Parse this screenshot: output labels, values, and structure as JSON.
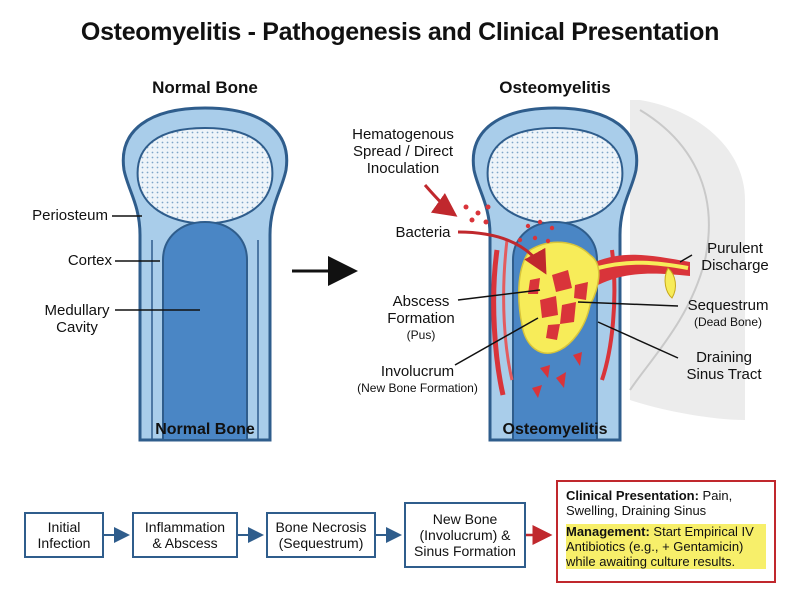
{
  "title": "Osteomyelitis - Pathogenesis and Clinical Presentation",
  "normal": {
    "heading": "Normal Bone",
    "caption": "Normal Bone",
    "labels": {
      "periosteum": "Periosteum",
      "cortex": "Cortex",
      "medullary_1": "Medullary",
      "medullary_2": "Cavity"
    }
  },
  "osteo": {
    "heading": "Osteomyelitis",
    "caption": "Osteomyelitis",
    "labels": {
      "spread_1": "Hematogenous",
      "spread_2": "Spread / Direct",
      "spread_3": "Inoculation",
      "bacteria": "Bacteria",
      "abscess_1": "Abscess",
      "abscess_2": "Formation",
      "abscess_3": "(Pus)",
      "involucrum_1": "Involucrum",
      "involucrum_2": "(New Bone Formation)",
      "purulent_1": "Purulent",
      "purulent_2": "Discharge",
      "sequestrum_1": "Sequestrum",
      "sequestrum_2": "(Dead Bone)",
      "sinus_1": "Draining",
      "sinus_2": "Sinus Tract"
    }
  },
  "flow": {
    "steps": [
      {
        "line1": "Initial",
        "line2": "Infection",
        "line3": ""
      },
      {
        "line1": "Inflammation",
        "line2": "& Abscess",
        "line3": ""
      },
      {
        "line1": "Bone Necrosis",
        "line2": "(Sequestrum)",
        "line3": ""
      },
      {
        "line1": "New Bone",
        "line2": "(Involucrum) &",
        "line3": "Sinus Formation"
      }
    ],
    "clinical": {
      "presentation_label": "Clinical Presentation:",
      "presentation_text": "Pain, Swelling, Draining Sinus",
      "management_label": "Management:",
      "management_text": "Start Empirical IV Antibiotics (e.g., + Gentamicin) while awaiting culture results."
    }
  },
  "colors": {
    "bone_outline": "#2f5d8c",
    "medullary": "#4a86c5",
    "cortex": "#a9cdea",
    "epiphysis": "#eef4f9",
    "pus": "#f7ec59",
    "infection": "#d9343a",
    "tissue": "#ececec"
  }
}
